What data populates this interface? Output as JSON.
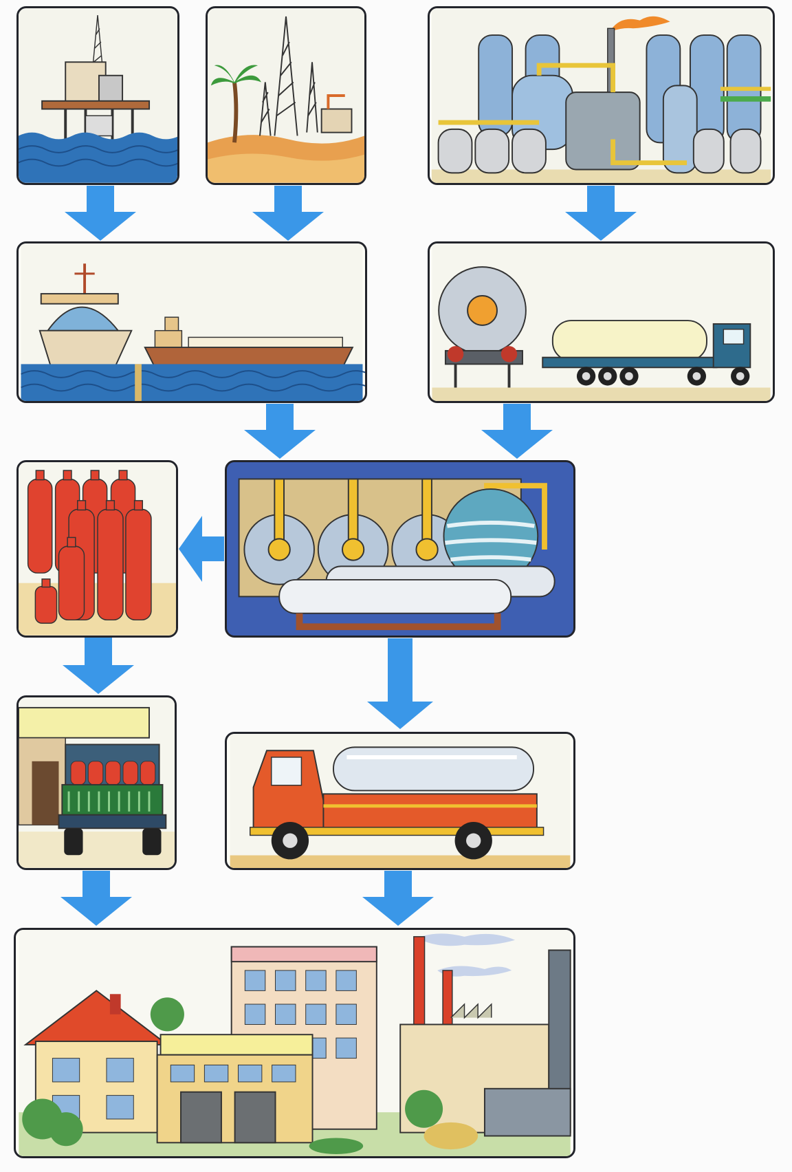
{
  "diagram": {
    "type": "flow",
    "colors": {
      "arrow": "#3a97e8",
      "panel_border": "#22242b",
      "water": "#2f73b8",
      "sand": "#e8a04f",
      "cylinder_red": "#e0432f",
      "storage_bg": "#3e5fb2",
      "tank_steel": "#c9ccd2"
    },
    "nodes": [
      {
        "id": "offshore-platform",
        "icon": "offshore-oil-rig-icon"
      },
      {
        "id": "desert-oilfield",
        "icon": "desert-oil-derrick-icon"
      },
      {
        "id": "refinery",
        "icon": "refinery-icon"
      },
      {
        "id": "ship-transport",
        "icon": "tanker-ship-icon"
      },
      {
        "id": "road-tanker-transport",
        "icon": "tanker-truck-icon"
      },
      {
        "id": "storage-depot",
        "icon": "storage-tanks-icon"
      },
      {
        "id": "gas-cylinders",
        "icon": "gas-cylinder-icon"
      },
      {
        "id": "cylinder-delivery-truck",
        "icon": "pickup-truck-icon"
      },
      {
        "id": "bulk-delivery-truck",
        "icon": "bulk-truck-icon"
      },
      {
        "id": "end-users",
        "icon": "town-icon"
      }
    ],
    "edges": [
      {
        "from": "offshore-platform",
        "to": "ship-transport"
      },
      {
        "from": "desert-oilfield",
        "to": "ship-transport"
      },
      {
        "from": "refinery",
        "to": "road-tanker-transport"
      },
      {
        "from": "ship-transport",
        "to": "storage-depot"
      },
      {
        "from": "road-tanker-transport",
        "to": "storage-depot"
      },
      {
        "from": "storage-depot",
        "to": "gas-cylinders"
      },
      {
        "from": "storage-depot",
        "to": "bulk-delivery-truck"
      },
      {
        "from": "gas-cylinders",
        "to": "cylinder-delivery-truck"
      },
      {
        "from": "cylinder-delivery-truck",
        "to": "end-users"
      },
      {
        "from": "bulk-delivery-truck",
        "to": "end-users"
      }
    ]
  }
}
